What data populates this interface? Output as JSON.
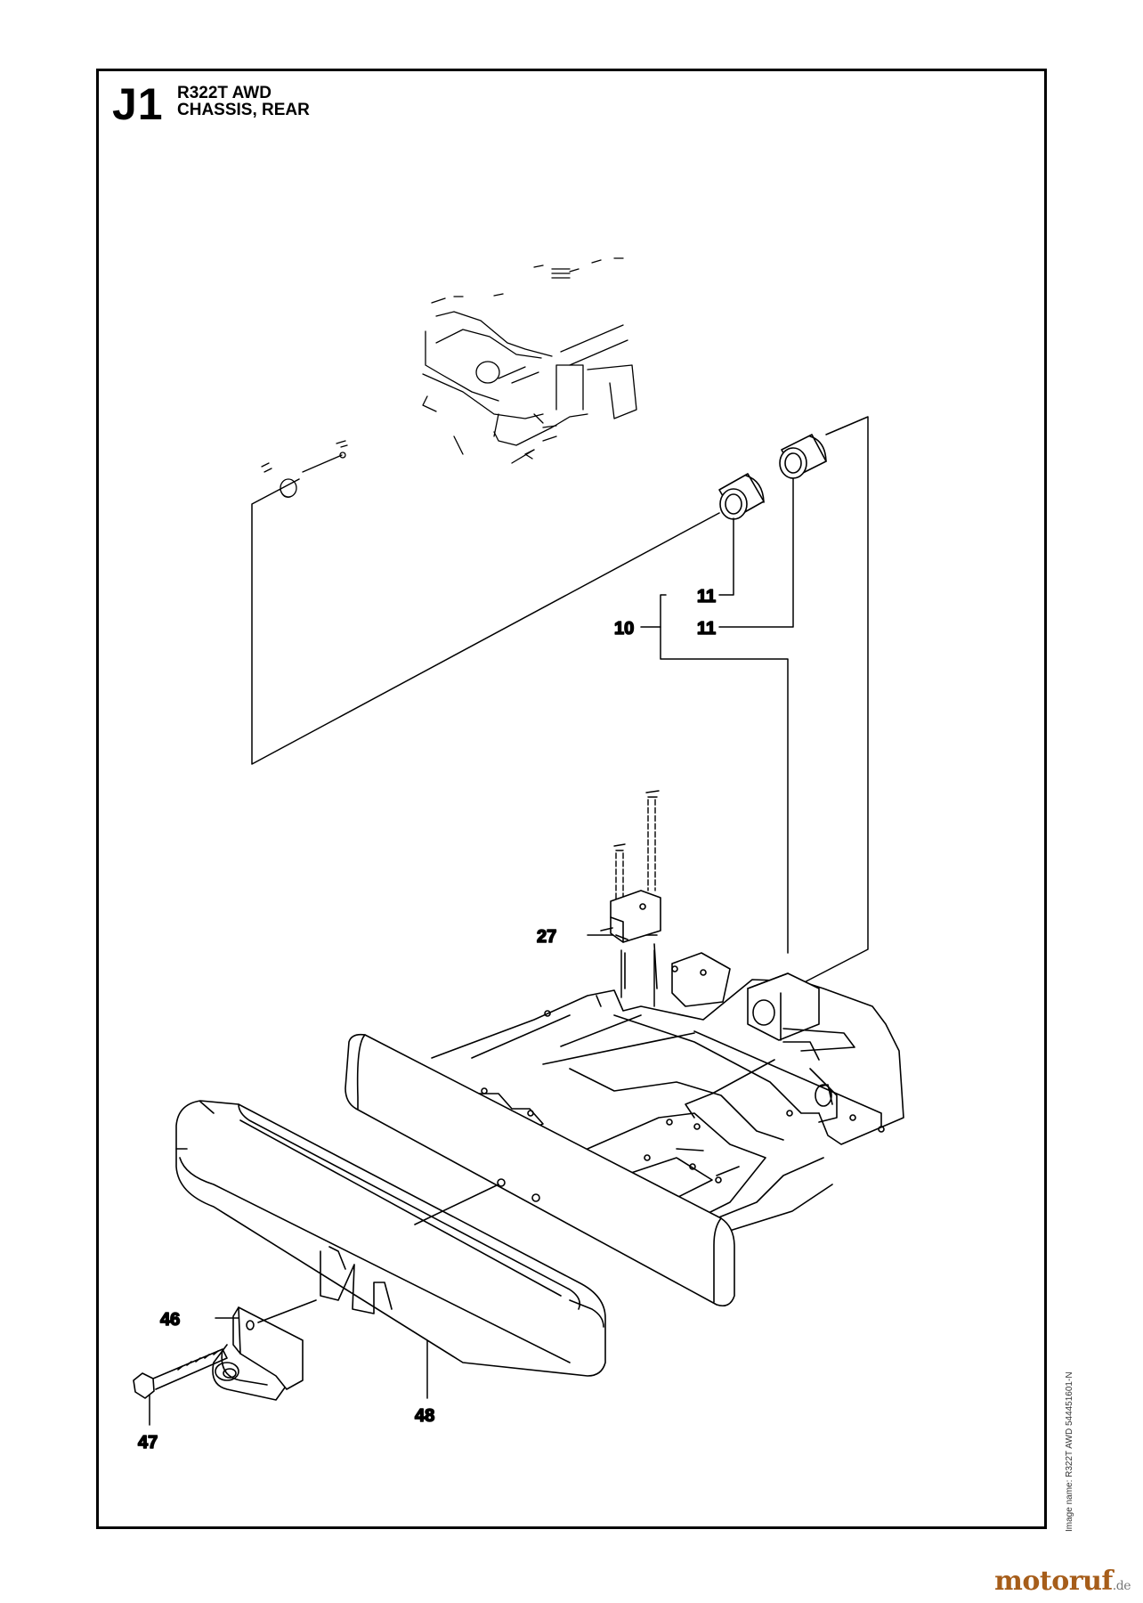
{
  "header": {
    "section_code": "J1",
    "model": "R322T AWD",
    "title": "CHASSIS, REAR"
  },
  "callouts": [
    {
      "id": "c11a",
      "label": "11"
    },
    {
      "id": "c10",
      "label": "10"
    },
    {
      "id": "c11b",
      "label": "11"
    },
    {
      "id": "c27",
      "label": "27"
    },
    {
      "id": "c46",
      "label": "46"
    },
    {
      "id": "c47",
      "label": "47"
    },
    {
      "id": "c48",
      "label": "48"
    }
  ],
  "image_name": "Image name: R322T AWD 544451601-N",
  "watermark": {
    "brand": "motoruf",
    "tld": ".de"
  },
  "colors": {
    "line": "#000000",
    "watermark": "#a65d1a"
  }
}
